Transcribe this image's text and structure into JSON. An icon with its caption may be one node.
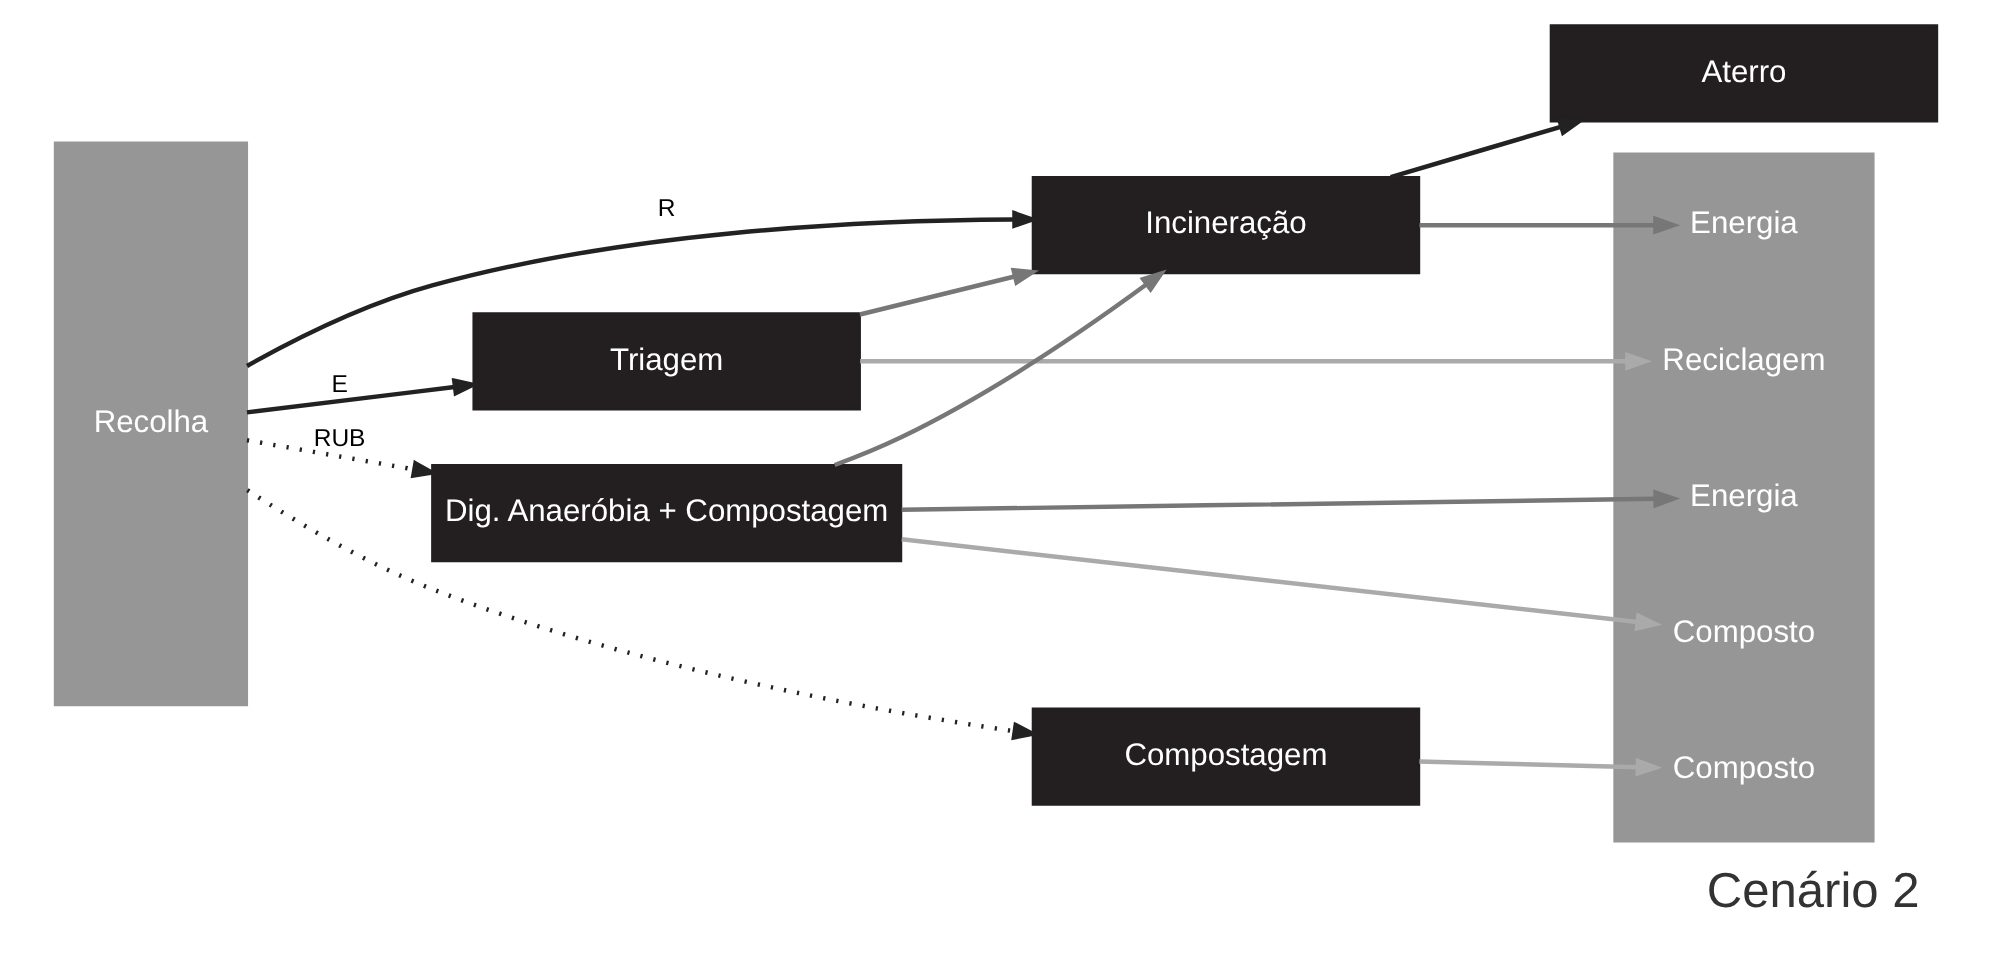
{
  "diagram": {
    "caption": "Cenário 2",
    "nodes": [
      {
        "text": [
          "Recolha"
        ]
      },
      {
        "text": [
          "Triagem"
        ]
      },
      {
        "text": [
          "Incineração"
        ]
      },
      {
        "text": [
          "Aterro"
        ]
      },
      {
        "text": [
          "Dig. Anaeróbia + Compostagem"
        ]
      },
      {
        "text": [
          "Compostagem"
        ]
      },
      {
        "text": [],
        "shape": "bar"
      },
      {
        "text": [
          "Reciclagem"
        ],
        "in": 6
      },
      {
        "text": [
          "Energia"
        ],
        "in": 6
      },
      {
        "text": [
          "Composto"
        ],
        "in": 6
      },
      {
        "text": [
          "Energia"
        ],
        "in": 6
      },
      {
        "text": [
          "Composto"
        ],
        "in": 6
      }
    ],
    "edges": [
      {
        "from": 0,
        "to": 1,
        "arrow": "to",
        "label": "E",
        "color": "#222222"
      },
      {
        "from": 0,
        "to": 2,
        "arrow": "to",
        "label": "R",
        "color": "#222222"
      },
      {
        "from": 0,
        "to": 4,
        "arrow": "to",
        "label": "RUB",
        "style": "dashed",
        "color": "#222222"
      },
      {
        "from": 0,
        "to": 5,
        "arrow": "to",
        "style": "dashed",
        "color": "#222222"
      },
      {
        "from": 1,
        "to": 2,
        "arrow": "to",
        "color": "#777777"
      },
      {
        "from": 4,
        "to": 2,
        "arrow": "to",
        "color": "#777777"
      },
      {
        "from": 1,
        "to": 7,
        "arrow": "to",
        "color": "#aaaaaa"
      },
      {
        "from": 2,
        "to": 8,
        "arrow": "to",
        "color": "#777777"
      },
      {
        "from": 2,
        "to": 3,
        "arrow": "to",
        "color": "#222222"
      },
      {
        "from": 4,
        "to": 9,
        "arrow": "to",
        "color": "#aaaaaa"
      },
      {
        "from": 4,
        "to": 10,
        "arrow": "to",
        "color": "#777777"
      },
      {
        "from": 5,
        "to": 11,
        "arrow": "to",
        "color": "#aaaaaa"
      }
    ]
  }
}
